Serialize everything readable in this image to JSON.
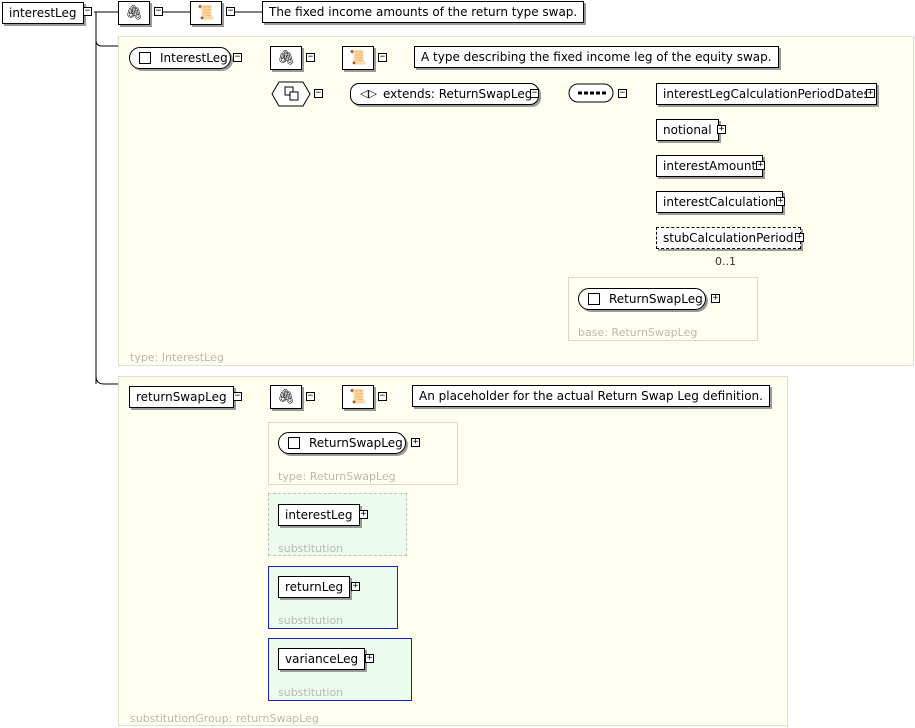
{
  "root": {
    "name": "interestLeg",
    "doc": "The fixed income amounts of the return type swap."
  },
  "interest_leg_type": {
    "name": "InterestLeg",
    "doc": "A type describing the fixed income leg of the equity swap.",
    "extends": "extends: ReturnSwapLeg",
    "elements": [
      "interestLegCalculationPeriodDates",
      "notional",
      "interestAmount",
      "interestCalculation",
      "stubCalculationPeriod"
    ],
    "occurrence": "0..1",
    "base_box": {
      "name": "ReturnSwapLeg",
      "caption": "base: ReturnSwapLeg"
    },
    "caption": "type: InterestLeg"
  },
  "return_swap_leg": {
    "name": "returnSwapLeg",
    "doc": "An placeholder for the actual Return Swap Leg definition.",
    "type_box": {
      "name": "ReturnSwapLeg",
      "caption": "type: ReturnSwapLeg"
    },
    "substitutions": [
      {
        "name": "interestLeg",
        "caption": "substitution"
      },
      {
        "name": "returnLeg",
        "caption": "substitution"
      },
      {
        "name": "varianceLeg",
        "caption": "substitution"
      }
    ],
    "caption": "substitutionGroup: returnSwapLeg"
  },
  "icons": {
    "annotation": "paperclip-icon",
    "documentation": "scroll-icon",
    "sequence": "sequence-icon",
    "complex": "complex-type-icon",
    "extension": "extension-icon",
    "expand": "plus-icon",
    "collapse": "minus-icon"
  },
  "colors": {
    "panel_bg": "#fffff0",
    "substitution_bg": "#ebfcee",
    "substitution_border": "#1c1ccc"
  }
}
